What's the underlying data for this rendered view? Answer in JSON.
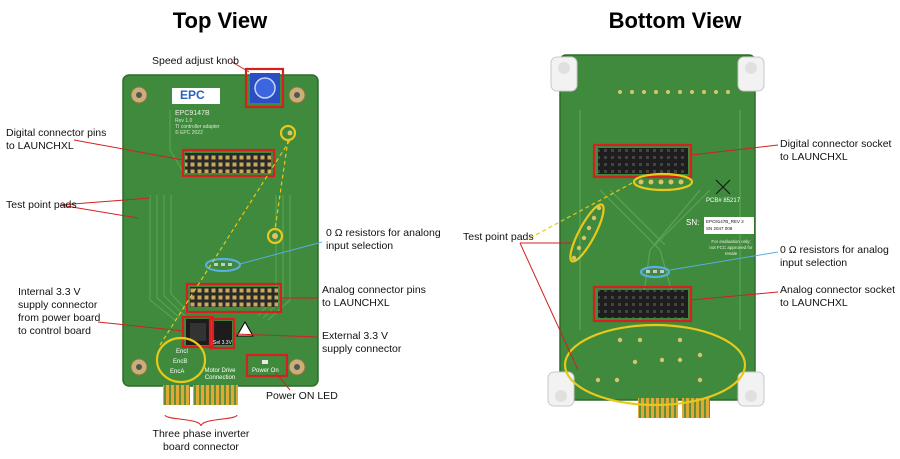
{
  "titles": {
    "top_view": "Top View",
    "bottom_view": "Bottom View"
  },
  "top_board": {
    "logo": "EPC",
    "part_number": "EPC9147B",
    "silk_lines": [
      "Rev 1.0",
      "TI controller adapter",
      "© EPC 2022"
    ],
    "enc_labels": [
      "EncI",
      "EncB",
      "EncA"
    ],
    "sel_label": "Sel 3.3V",
    "motor_drive_label": "Motor Drive Connection",
    "power_on_label": "Power On"
  },
  "bottom_board": {
    "pcb_label": "PCB# 85217",
    "sn_label": "SN:",
    "sticker_lines": [
      "EPC9147B_REV 2",
      "SN 2047 008"
    ],
    "note_lines": [
      "For evaluation only;",
      "not FCC approved for",
      "resale"
    ]
  },
  "annotations": {
    "speed_knob": "Speed adjust knob",
    "digital_pins": [
      "Digital connector pins",
      "to LAUNCHXL"
    ],
    "test_pads_top": "Test point pads",
    "resistors_top": [
      "0 Ω resistors for analong",
      "input selection"
    ],
    "analog_pins": [
      "Analog connector pins",
      "to LAUNCHXL"
    ],
    "internal_supply": [
      "Internal 3.3 V",
      "supply connector",
      "from power board",
      "to control board"
    ],
    "external_supply": [
      "External 3.3 V",
      "supply connector"
    ],
    "power_led": "Power ON LED",
    "three_phase": [
      "Three phase inverter",
      "board connector"
    ],
    "digital_socket": [
      "Digital connector socket",
      "to LAUNCHXL"
    ],
    "test_pads_bottom": "Test point pads",
    "resistors_bottom": [
      "0 Ω resistors for analog",
      "input selection"
    ],
    "analog_socket": [
      "Analog connector socket",
      "to LAUNCHXL"
    ]
  },
  "colors": {
    "pcb_green": "#3f8a3c",
    "highlight_red": "#d42020",
    "highlight_yellow": "#e8c81a",
    "highlight_blue": "#5aaee0"
  }
}
